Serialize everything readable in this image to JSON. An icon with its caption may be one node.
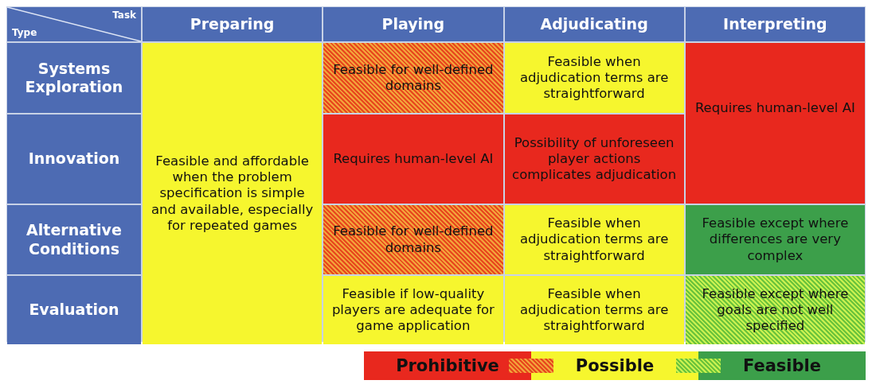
{
  "diagram": {
    "labels": [
      "Task",
      "Type",
      "Preparing",
      "Playing",
      "Adjudicating",
      "Interpreting",
      "Systems Exploration",
      "Feasible and affordable when the problem specification is simple and available, especially for repeated games",
      "Feasible for well-defined domains",
      "Feasible when adjudication terms are straightforward",
      "Requires human-level AI",
      "Innovation",
      "Requires human-level AI",
      "Possibility of unforeseen player actions complicates adjudication",
      "Alternative Conditions",
      "Feasible for well-defined domains",
      "Feasible when adjudication terms are straightforward",
      "Feasible except where differences are very complex",
      "Evaluation",
      "Feasible if low-quality players are adequate for game application",
      "Feasible when adjudication terms are straightforward",
      "Feasible except where goals are not well specified"
    ],
    "legend": [
      {
        "text": "Prohibitive",
        "color": "#e8281e"
      },
      {
        "text": "Possible",
        "color": "#f6f62e"
      },
      {
        "text": "Feasible",
        "color": "#3c9f4a"
      }
    ]
  }
}
